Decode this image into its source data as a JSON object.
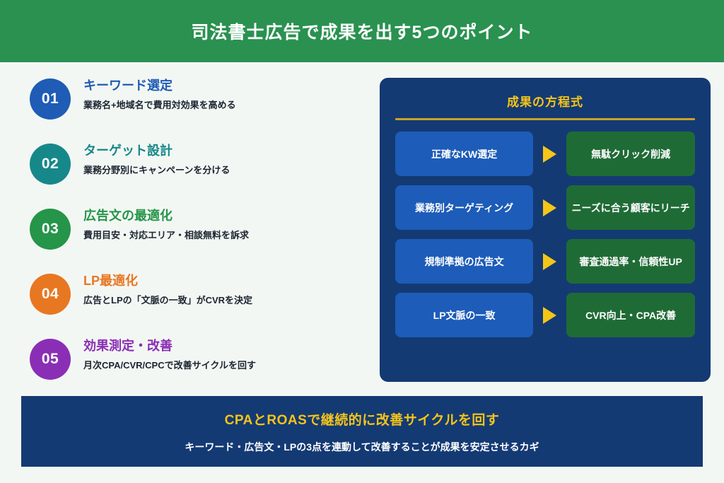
{
  "header": {
    "title": "司法書士広告で成果を出す5つのポイント",
    "background_color": "#2a9150"
  },
  "page": {
    "background_color": "#f3f7f3"
  },
  "points": [
    {
      "number": "01",
      "title": "キーワード選定",
      "desc": "業務名+地域名で費用対効果を高める",
      "color": "#1f5cb5"
    },
    {
      "number": "02",
      "title": "ターゲット設計",
      "desc": "業務分野別にキャンペーンを分ける",
      "color": "#16888a"
    },
    {
      "number": "03",
      "title": "広告文の最適化",
      "desc": "費用目安・対応エリア・相談無料を訴求",
      "color": "#259549"
    },
    {
      "number": "04",
      "title": "LP最適化",
      "desc": "広告とLPの「文脈の一致」がCVRを決定",
      "color": "#e87722"
    },
    {
      "number": "05",
      "title": "効果測定・改善",
      "desc": "月次CPA/CVR/CPCで改善サイクルを回す",
      "color": "#8a2fb5"
    }
  ],
  "flow_panel": {
    "title": "成果の方程式",
    "title_color": "#f5c518",
    "background_color": "#143a74",
    "cause_color": "#1d5cb8",
    "effect_color": "#1f6b36",
    "arrow_color": "#f5c518",
    "rows": [
      {
        "cause": "正確なKW選定",
        "effect": "無駄クリック削減",
        "arrow": "triangle-right-icon"
      },
      {
        "cause": "業務別ターゲティング",
        "effect": "ニーズに合う顧客にリーチ",
        "arrow": "triangle-right-icon"
      },
      {
        "cause": "規制準拠の広告文",
        "effect": "審査通過率・信頼性UP",
        "arrow": "triangle-right-icon"
      },
      {
        "cause": "LP文脈の一致",
        "effect": "CVR向上・CPA改善",
        "arrow": "triangle-right-icon"
      }
    ]
  },
  "summary": {
    "headline": "CPAとROASで継続的に改善サイクルを回す",
    "subtext": "キーワード・広告文・LPの3点を連動して改善することが成果を安定させるカギ",
    "background_color": "#143a74",
    "headline_color": "#f5c518"
  }
}
